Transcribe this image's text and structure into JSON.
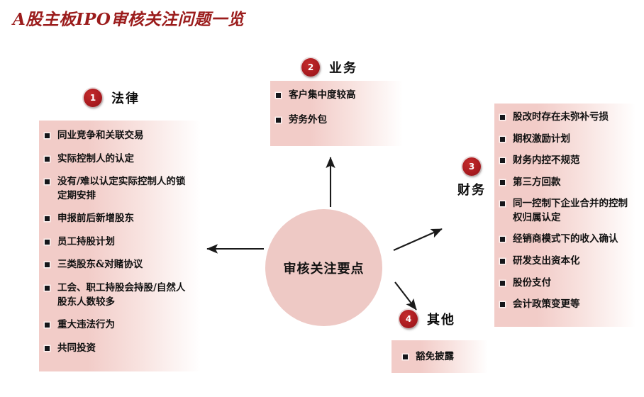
{
  "title": "A股主板IPO审核关注问题一览",
  "center": {
    "label": "审核关注要点"
  },
  "sections": [
    {
      "number": "1",
      "name": "法律",
      "items": [
        "同业竞争和关联交易",
        "实际控制人的认定",
        "没有/难以认定实际控制人的锁定期安排",
        "申报前后新增股东",
        "员工持股计划",
        "三类股东&对赌协议",
        "工会、职工持股会持股/自然人股东人数较多",
        "重大违法行为",
        "共同投资"
      ]
    },
    {
      "number": "2",
      "name": "业务",
      "items": [
        "客户集中度较高",
        "劳务外包"
      ]
    },
    {
      "number": "3",
      "name": "财务",
      "items": [
        "股改时存在未弥补亏损",
        "期权激励计划",
        "财务内控不规范",
        "第三方回款",
        "同一控制下企业合并的控制权归属认定",
        "经销商模式下的收入确认",
        "研发支出资本化",
        "股份支付",
        "会计政策变更等"
      ]
    },
    {
      "number": "4",
      "name": "其他",
      "items": [
        "豁免披露"
      ]
    }
  ],
  "arrows": [
    {
      "name": "arrow-to-legal",
      "direction": "left"
    },
    {
      "name": "arrow-to-business",
      "direction": "up"
    },
    {
      "name": "arrow-to-finance",
      "direction": "up-right"
    },
    {
      "name": "arrow-to-other",
      "direction": "down-right"
    }
  ],
  "colors": {
    "title": "#9b1c1c",
    "badge": "#a81a1f",
    "circle_fill": "#eec9c5",
    "box_gradient_start": "#f2ccc8",
    "box_gradient_end": "#ffffff",
    "bullet": "#15161a",
    "arrow": "#1a1a1a"
  }
}
